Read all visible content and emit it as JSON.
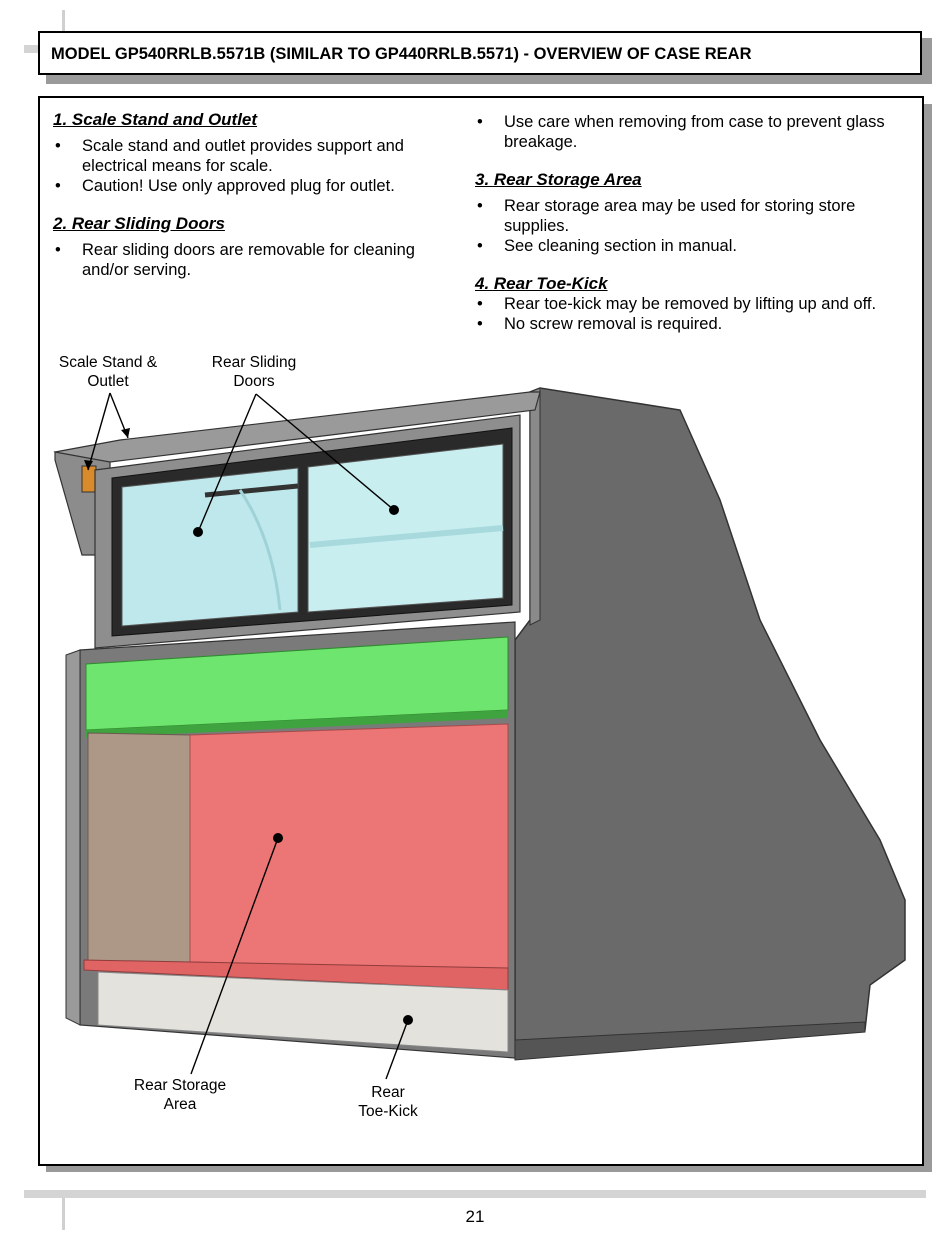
{
  "title": "MODEL GP540RRLB.5571B (SIMILAR TO GP440RRLB.5571) - OVERVIEW OF CASE REAR",
  "sections": [
    {
      "heading": "1. Scale Stand and Outlet",
      "bullets": [
        "Scale stand and outlet provides support and electrical means for scale.",
        "Caution!  Use only approved plug for outlet."
      ]
    },
    {
      "heading": "2. Rear Sliding Doors",
      "bullets": [
        "Rear sliding doors are removable for cleaning and/or serving.",
        "Use care when removing from case to prevent glass breakage."
      ]
    },
    {
      "heading": "3. Rear Storage Area",
      "bullets": [
        "Rear storage area may be used for storing store supplies.",
        "See cleaning section in manual."
      ]
    },
    {
      "heading": "4. Rear Toe-Kick",
      "bullets": [
        "Rear toe-kick may be removed by lifting up and off.",
        "No screw removal is required."
      ]
    }
  ],
  "callouts": {
    "scale_stand_line1": "Scale Stand &",
    "scale_stand_line2": "Outlet",
    "sliding_doors_line1": "Rear Sliding",
    "sliding_doors_line2": "Doors",
    "storage_line1": "Rear Storage",
    "storage_line2": "Area",
    "toekick_line1": "Rear",
    "toekick_line2": "Toe-Kick"
  },
  "colors": {
    "shelf_green": "#6ee56e",
    "storage_red": "#ec7575",
    "side_panel_tan": "#ad9888",
    "case_gray": "#6a6a6a",
    "glass_blue": "#bfe8ec",
    "toekick_white": "#e4e2dc"
  },
  "page_number": "21"
}
